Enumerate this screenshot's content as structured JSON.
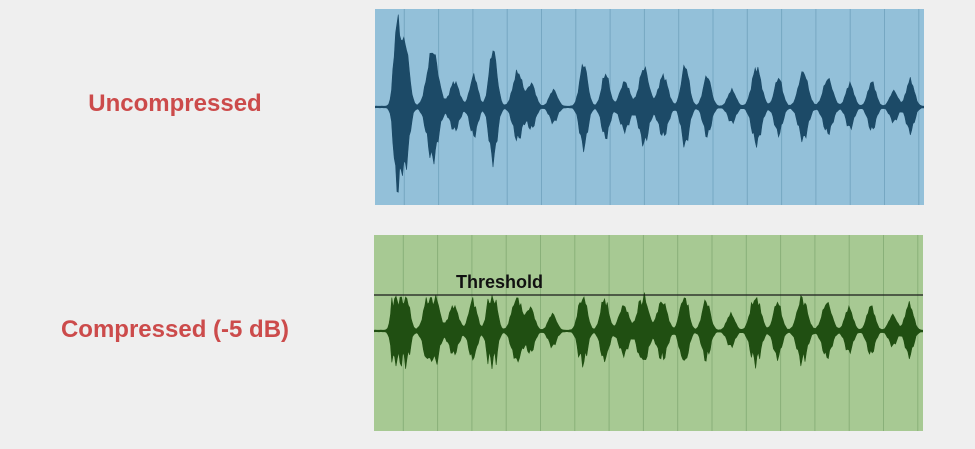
{
  "labels": {
    "uncompressed": "Uncompressed",
    "compressed": "Compressed (-5 dB)",
    "threshold": "Threshold"
  },
  "colors": {
    "label": "#cc4b4b",
    "uncompressed_bg": "#93c0d9",
    "uncompressed_wave": "#1c4a67",
    "uncompressed_grid": "#76a7c2",
    "compressed_bg": "#a7c993",
    "compressed_wave": "#204f12",
    "compressed_grid": "#89b079",
    "threshold_line": "#1a1a1a"
  },
  "waveform": {
    "bursts": [
      {
        "pos": 0.04,
        "amp": 0.78,
        "width": 0.008
      },
      {
        "pos": 0.055,
        "amp": 0.62,
        "width": 0.01
      },
      {
        "pos": 0.105,
        "amp": 0.55,
        "width": 0.014
      },
      {
        "pos": 0.145,
        "amp": 0.24,
        "width": 0.012
      },
      {
        "pos": 0.18,
        "amp": 0.3,
        "width": 0.01
      },
      {
        "pos": 0.215,
        "amp": 0.56,
        "width": 0.01
      },
      {
        "pos": 0.26,
        "amp": 0.34,
        "width": 0.012
      },
      {
        "pos": 0.285,
        "amp": 0.22,
        "width": 0.01
      },
      {
        "pos": 0.325,
        "amp": 0.16,
        "width": 0.01
      },
      {
        "pos": 0.38,
        "amp": 0.42,
        "width": 0.01
      },
      {
        "pos": 0.42,
        "amp": 0.32,
        "width": 0.01
      },
      {
        "pos": 0.455,
        "amp": 0.24,
        "width": 0.012
      },
      {
        "pos": 0.49,
        "amp": 0.38,
        "width": 0.012
      },
      {
        "pos": 0.525,
        "amp": 0.3,
        "width": 0.012
      },
      {
        "pos": 0.565,
        "amp": 0.4,
        "width": 0.01
      },
      {
        "pos": 0.605,
        "amp": 0.3,
        "width": 0.01
      },
      {
        "pos": 0.65,
        "amp": 0.16,
        "width": 0.01
      },
      {
        "pos": 0.695,
        "amp": 0.38,
        "width": 0.012
      },
      {
        "pos": 0.735,
        "amp": 0.28,
        "width": 0.01
      },
      {
        "pos": 0.78,
        "amp": 0.34,
        "width": 0.012
      },
      {
        "pos": 0.825,
        "amp": 0.27,
        "width": 0.012
      },
      {
        "pos": 0.865,
        "amp": 0.22,
        "width": 0.01
      },
      {
        "pos": 0.905,
        "amp": 0.24,
        "width": 0.01
      },
      {
        "pos": 0.945,
        "amp": 0.15,
        "width": 0.01
      },
      {
        "pos": 0.975,
        "amp": 0.26,
        "width": 0.01
      }
    ],
    "gain_reduction_db": -5
  }
}
